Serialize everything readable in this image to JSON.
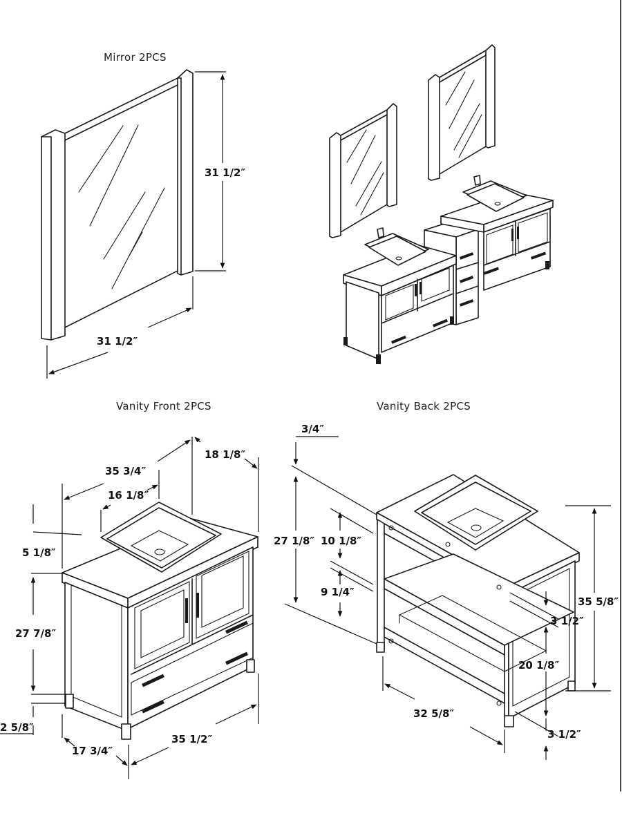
{
  "sections": {
    "mirror": "Mirror   2PCS",
    "vanity_front": "Vanity Front   2PCS",
    "vanity_back": "Vanity Back   2PCS"
  },
  "dimensions": {
    "mirror_height": "31 1/2″",
    "mirror_width": "31 1/2″",
    "front_width_top": "35 3/4″",
    "front_depth_top": "18 1/8″",
    "front_sink_width": "16 1/8″",
    "front_sink_height": "5 1/8″",
    "front_cabinet_height": "27 7/8″",
    "front_leg_height": "2 5/8″",
    "front_depth_bottom": "17 3/4″",
    "front_width_bottom": "35 1/2″",
    "back_top_thickness": "3/4″",
    "back_total_height": "27 1/8″",
    "back_upper_gap": "10 1/8″",
    "back_middle_gap": "9 1/4″",
    "back_shelf_thickness": "3 1/2″",
    "back_overall_height": "35 5/8″",
    "back_lower_height": "20 1/8″",
    "back_bottom_rail": "3 1/2″",
    "back_width": "32 5/8″"
  }
}
